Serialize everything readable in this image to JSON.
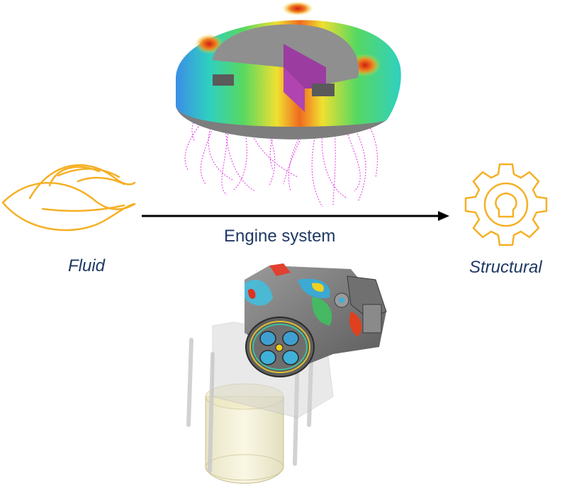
{
  "labels": {
    "fluid": "Fluid",
    "structural": "Structural",
    "arrow": "Engine system"
  },
  "icons": {
    "fluid": "leaf-flow-icon",
    "structural": "gear-icon"
  },
  "colors": {
    "icon_orange": "#f5b025",
    "text_navy": "#1f3864",
    "arrow": "#000000",
    "streamline": "#e020e0",
    "model_gray": "#8a8a8a"
  }
}
